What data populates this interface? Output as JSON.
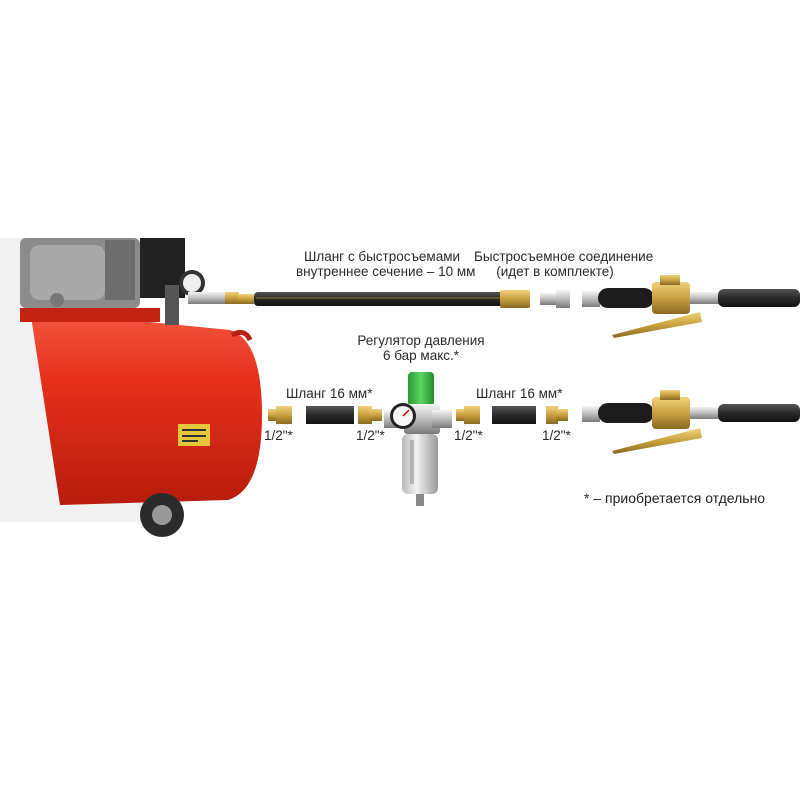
{
  "labels": {
    "quick_hose_line1": "Шланг с быстросъемами",
    "quick_hose_line2": "внутреннее сечение – 10 мм",
    "coupling_line1": "Быстросъемное соединение",
    "coupling_line2": "(идет в комплекте)",
    "regulator_line1": "Регулятор давления",
    "regulator_line2": "6 бар макс.*",
    "hose_left": "Шланг 16 мм*",
    "hose_right": "Шланг 16 мм*",
    "size_1": "1/2\"*",
    "size_2": "1/2\"*",
    "size_3": "1/2\"*",
    "size_4": "1/2\"*",
    "footnote": "* – приобретается отдельно"
  },
  "colors": {
    "tank_red": "#e8301c",
    "brass": "#c9a040",
    "hose_black": "#2a2a2a",
    "regulator_green": "#3cc04a"
  }
}
